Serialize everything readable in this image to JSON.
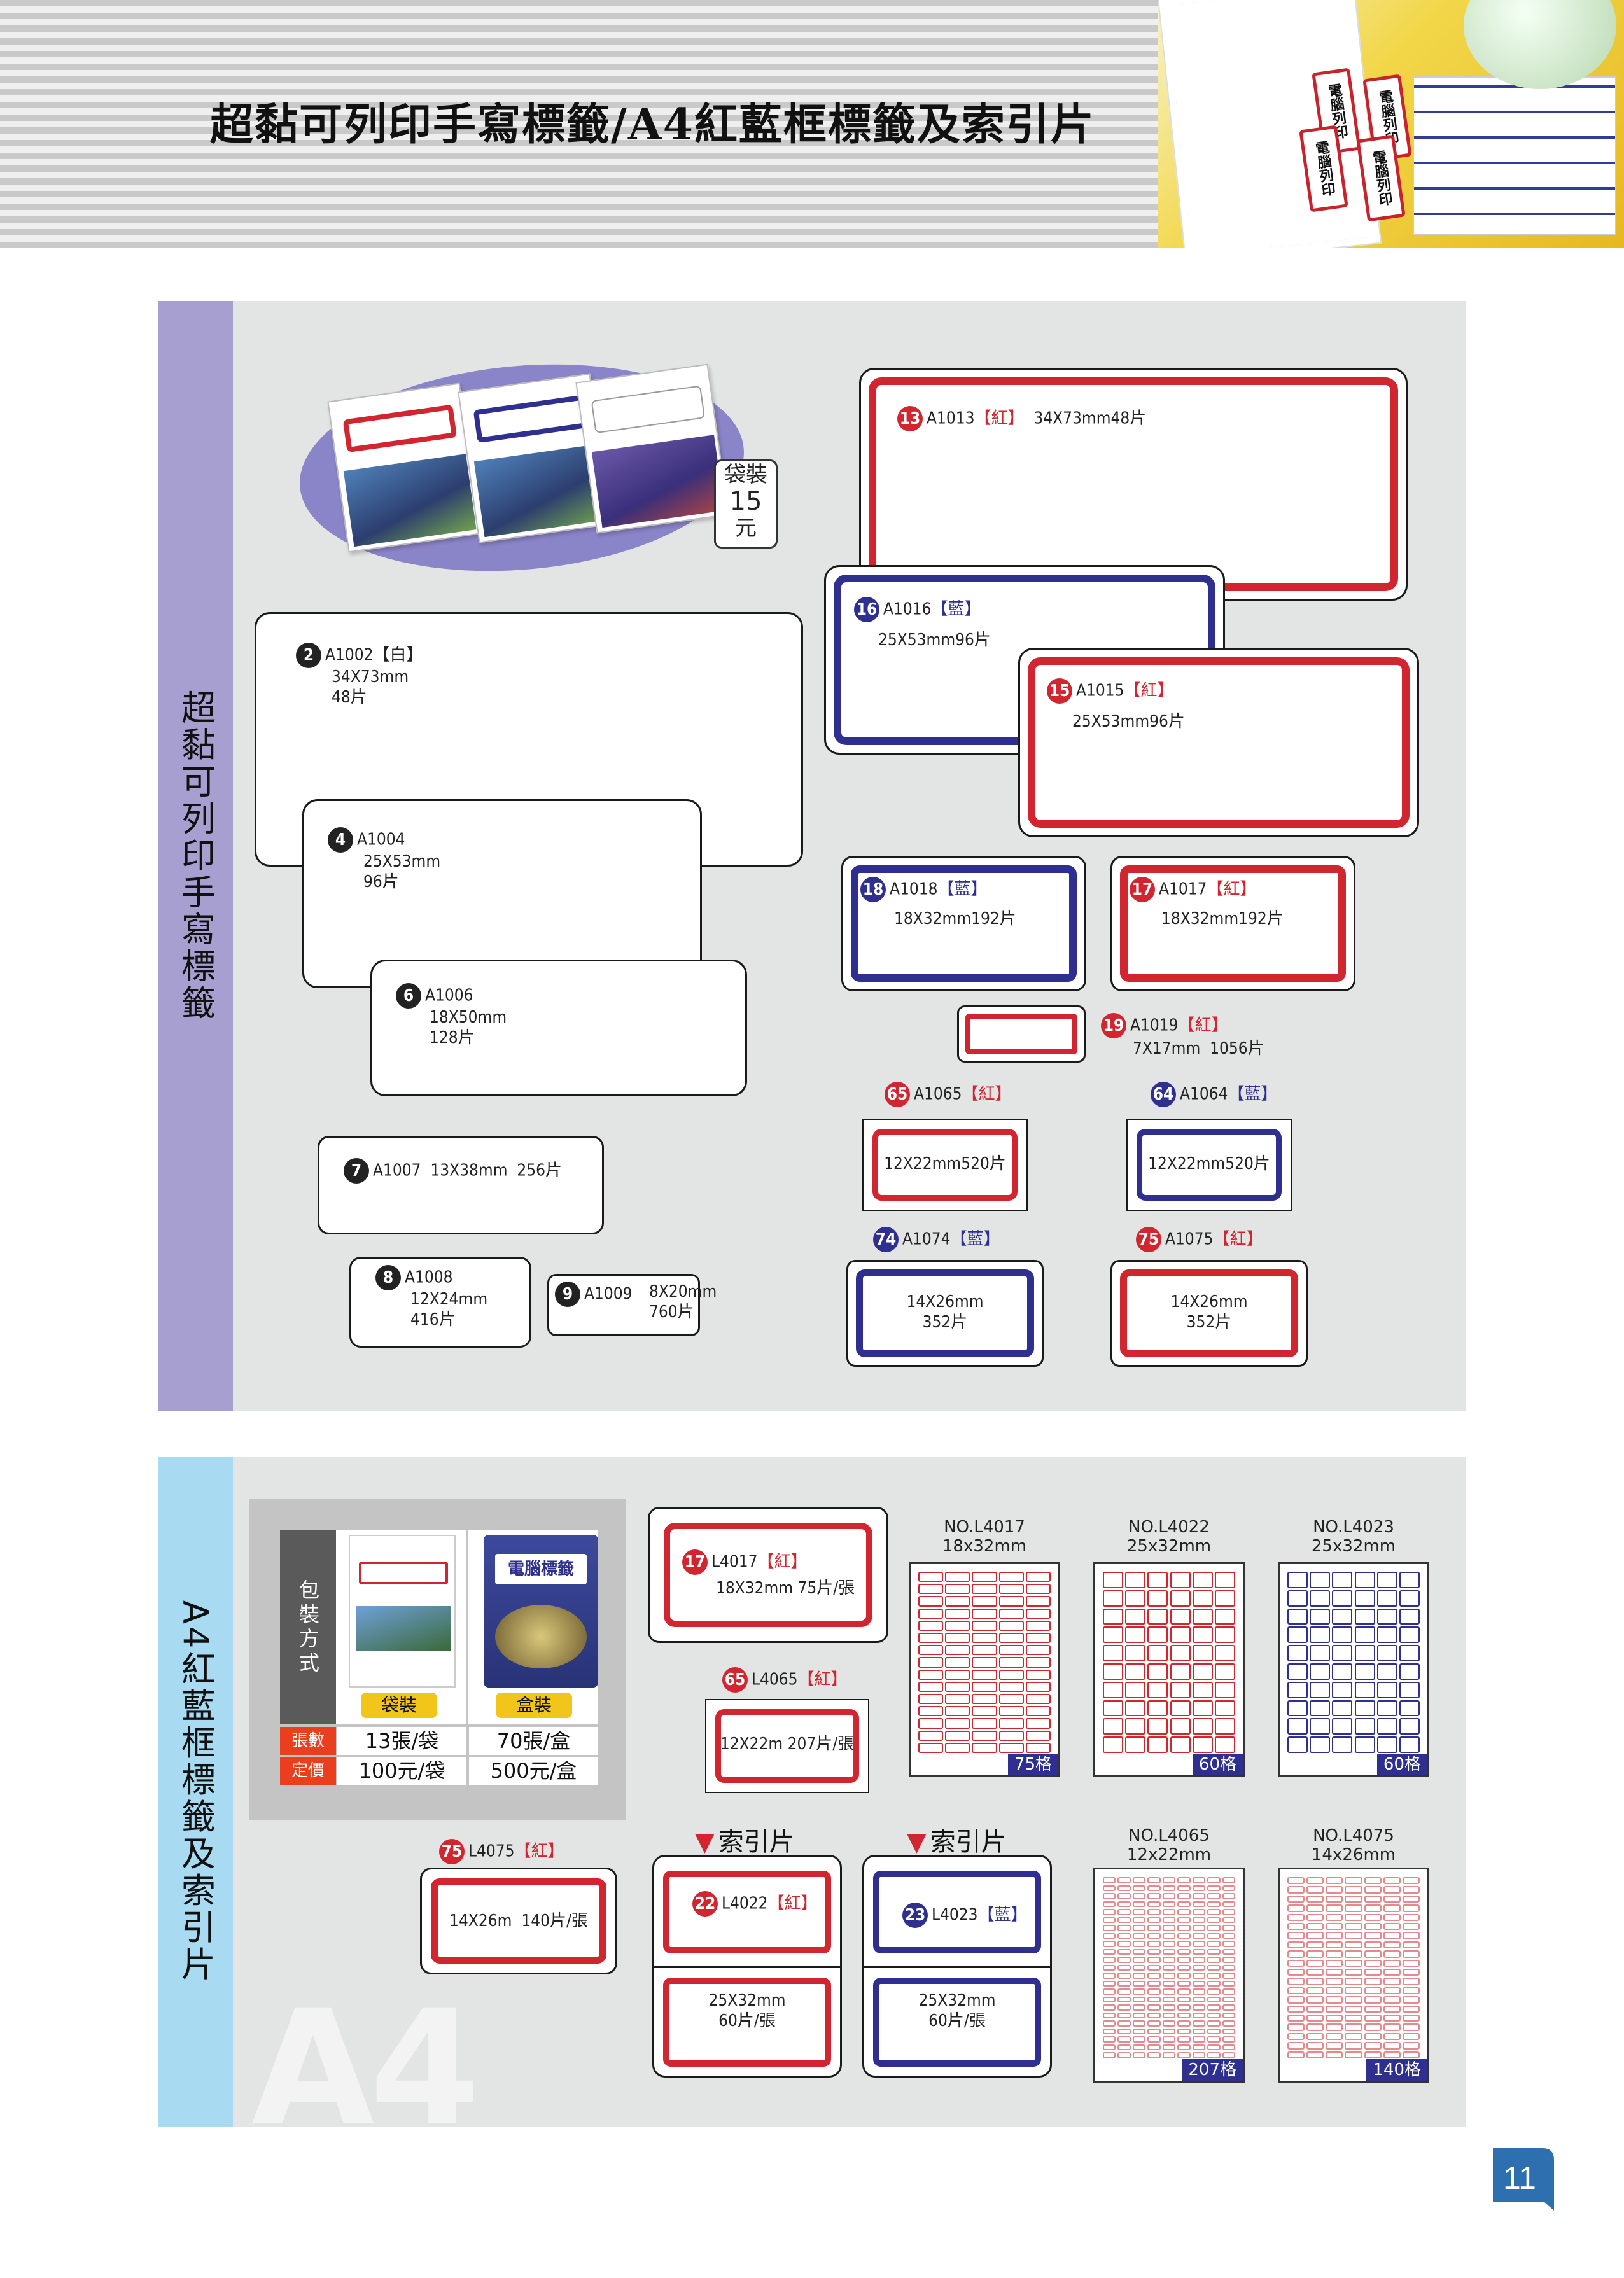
{
  "header": {
    "title": "超黏可列印手寫標籤/A4紅藍框標籤及索引片",
    "photo_tags": [
      "電腦列印",
      "電腦列印",
      "電腦列印",
      "電腦列印"
    ]
  },
  "section1": {
    "side_label": "超黏可列印手寫標籤",
    "bag_tag": {
      "line1": "袋裝",
      "line2": "15",
      "line3": "元"
    },
    "items": [
      {
        "num": "2",
        "code": "A1002",
        "color": "【白】",
        "spec": "34X73mm\n48片"
      },
      {
        "num": "4",
        "code": "A1004",
        "spec": "25X53mm\n96片"
      },
      {
        "num": "6",
        "code": "A1006",
        "spec": "18X50mm\n128片"
      },
      {
        "num": "7",
        "code": "A1007",
        "spec": "13X38mm  256片"
      },
      {
        "num": "8",
        "code": "A1008",
        "spec": "12X24mm\n416片"
      },
      {
        "num": "9",
        "code": "A1009",
        "spec": "8X20mm\n760片"
      },
      {
        "num": "13",
        "code": "A1013",
        "color": "【紅】",
        "spec": "34X73mm48片"
      },
      {
        "num": "16",
        "code": "A1016",
        "color": "【藍】",
        "spec": "25X53mm96片"
      },
      {
        "num": "15",
        "code": "A1015",
        "color": "【紅】",
        "spec": "25X53mm96片"
      },
      {
        "num": "18",
        "code": "A1018",
        "color": "【藍】",
        "spec": "18X32mm192片"
      },
      {
        "num": "17",
        "code": "A1017",
        "color": "【紅】",
        "spec": "18X32mm192片"
      },
      {
        "num": "19",
        "code": "A1019",
        "color": "【紅】",
        "spec": "7X17mm  1056片"
      },
      {
        "num": "65",
        "code": "A1065",
        "color": "【紅】",
        "spec": "12X22mm520片"
      },
      {
        "num": "64",
        "code": "A1064",
        "color": "【藍】",
        "spec": "12X22mm520片"
      },
      {
        "num": "74",
        "code": "A1074",
        "color": "【藍】",
        "spec": "14X26mm\n352片"
      },
      {
        "num": "75",
        "code": "A1075",
        "color": "【紅】",
        "spec": "14X26mm\n352片"
      }
    ]
  },
  "section2": {
    "side_label": "A4紅藍框標籤及索引片",
    "pack_table": {
      "header": "包裝方式",
      "col1": "袋裝",
      "col2": "盒裝",
      "row1_label": "張數",
      "row1": [
        "13張/袋",
        "70張/盒"
      ],
      "row2_label": "定價",
      "row2": [
        "100元/袋",
        "500元/盒"
      ],
      "box_image_text": "電腦標籤"
    },
    "items": [
      {
        "num": "17",
        "code": "L4017",
        "color": "【紅】",
        "spec": "18X32mm 75片/張"
      },
      {
        "num": "65",
        "code": "L4065",
        "color": "【紅】",
        "spec": "12X22m 207片/張"
      },
      {
        "num": "75",
        "code": "L4075",
        "color": "【紅】",
        "spec": "14X26m  140片/張"
      },
      {
        "num": "22",
        "code": "L4022",
        "color": "【紅】",
        "spec": "25X32mm\n60片/張"
      },
      {
        "num": "23",
        "code": "L4023",
        "color": "【藍】",
        "spec": "25X32mm\n60片/張"
      }
    ],
    "index_heading": "索引片",
    "sheets": [
      {
        "no": "NO.L4017",
        "size": "18x32mm",
        "count": "75格",
        "cols": 5,
        "rows": 15,
        "color": "#d12530"
      },
      {
        "no": "NO.L4022",
        "size": "25x32mm",
        "count": "60格",
        "cols": 6,
        "rows": 10,
        "color": "#d12530"
      },
      {
        "no": "NO.L4023",
        "size": "25x32mm",
        "count": "60格",
        "cols": 6,
        "rows": 10,
        "color": "#2e2f8e"
      },
      {
        "no": "NO.L4065",
        "size": "12x22mm",
        "count": "207格",
        "cols": 9,
        "rows": 23,
        "color": "#e38a8f"
      },
      {
        "no": "NO.L4075",
        "size": "14x26mm",
        "count": "140格",
        "cols": 7,
        "rows": 20,
        "color": "#e38a8f"
      }
    ],
    "watermark": "A4"
  },
  "page_number": "11"
}
